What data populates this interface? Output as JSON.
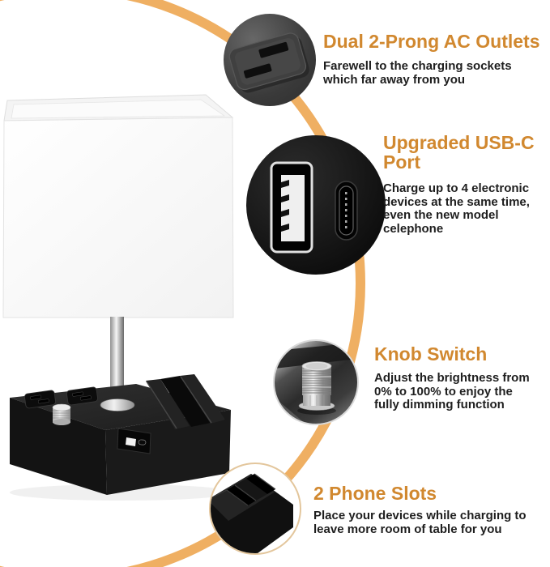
{
  "colors": {
    "accent": "#D1882F",
    "arc": "#EFAF62",
    "text": "#1E1E1E",
    "ring_tan": "#E3C69C",
    "ring_gray": "#D9D9D9"
  },
  "callouts": [
    {
      "heading": "Dual 2-Prong AC Outlets",
      "body": "Farewell to the charging sockets\nwhich far away from you",
      "photo": "ac-outlet-closeup"
    },
    {
      "heading": "Upgraded USB-C\nPort",
      "body": "Charge up to 4 electronic\ndevices at the same time,\neven the new model\ncelephone",
      "photo": "usb-a-and-usb-c-ports-closeup"
    },
    {
      "heading": "Knob Switch",
      "body": "Adjust the brightness from\n0% to 100% to enjoy the\nfully dimming function",
      "photo": "dimmer-knob-closeup"
    },
    {
      "heading": "2 Phone Slots",
      "body": "Place your devices while charging to\nleave more room of table for you",
      "photo": "phone-slots-closeup"
    }
  ]
}
